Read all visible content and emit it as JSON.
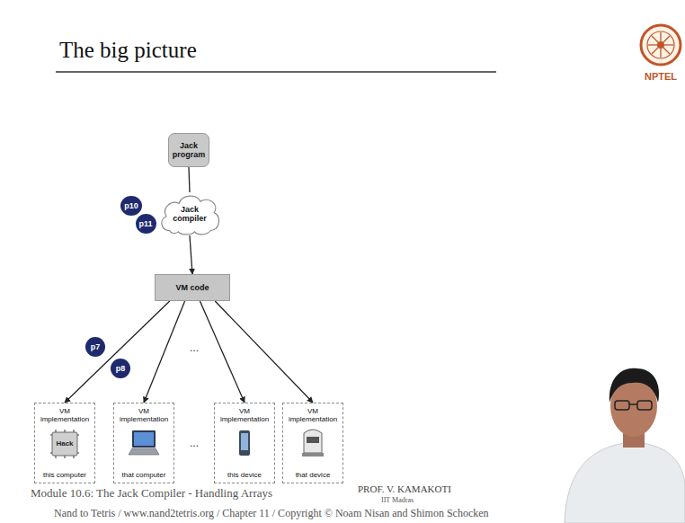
{
  "diagram": {
    "title": "The big picture",
    "nodes": [
      {
        "text": [
          "Jack program"
        ]
      },
      {
        "text": [
          "p10"
        ]
      },
      {
        "text": [
          "Jack compiler"
        ]
      },
      {
        "text": [
          "p11"
        ]
      },
      {
        "text": [
          "VM code"
        ]
      },
      {
        "text": [
          "p7"
        ]
      },
      {
        "text": [
          "p8"
        ]
      },
      {
        "text": [
          "VM implementation",
          "this computer"
        ]
      },
      {
        "text": [
          "VM implementation",
          "that computer"
        ]
      },
      {
        "text": [
          "VM implementation",
          "this device"
        ]
      },
      {
        "text": [
          "VM implementation",
          "that device"
        ]
      }
    ],
    "edges": [
      {
        "from": 0,
        "to": 2,
        "arrow": "none"
      },
      {
        "from": 2,
        "to": 4,
        "arrow": "to"
      },
      {
        "from": 4,
        "to": 7,
        "arrow": "to"
      },
      {
        "from": 4,
        "to": 8,
        "arrow": "to"
      },
      {
        "from": 4,
        "to": 9,
        "arrow": "to"
      },
      {
        "from": 4,
        "to": 10,
        "arrow": "to"
      }
    ],
    "labels": [
      "NPTEL",
      "...",
      "...",
      "Hack",
      "Module 10.6: The Jack Compiler - Handling Arrays",
      "PROF. V. KAMAKOTI",
      "IIT Madras",
      "Nand to Tetris / www.nand2tetris.org / Chapter 11 / Copyright © Noam Nisan and Shimon Schocken"
    ]
  }
}
